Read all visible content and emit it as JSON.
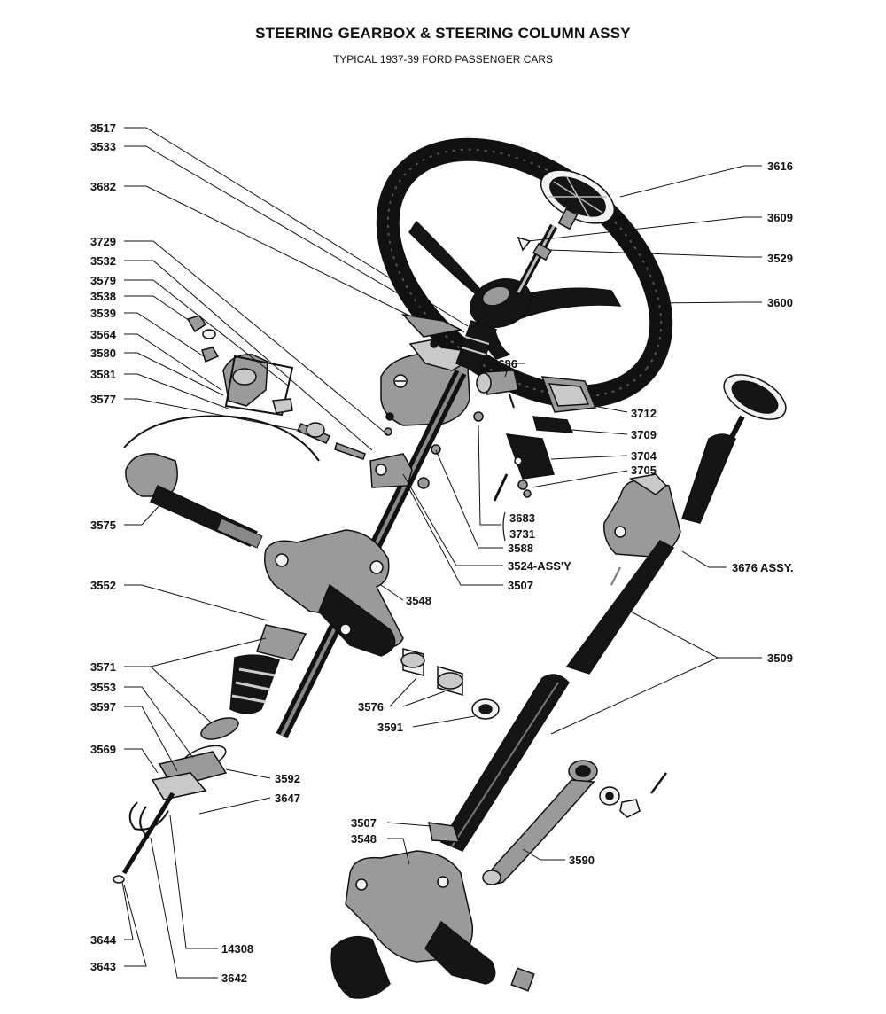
{
  "header": {
    "title": "STEERING GEARBOX & STEERING COLUMN ASSY",
    "subtitle": "TYPICAL 1937-39 FORD PASSENGER CARS"
  },
  "labels": [
    {
      "id": "l3517",
      "text": "3517"
    },
    {
      "id": "l3533",
      "text": "3533"
    },
    {
      "id": "l3682",
      "text": "3682"
    },
    {
      "id": "l3729",
      "text": "3729"
    },
    {
      "id": "l3532",
      "text": "3532"
    },
    {
      "id": "l3579",
      "text": "3579"
    },
    {
      "id": "l3538",
      "text": "3538"
    },
    {
      "id": "l3539",
      "text": "3539"
    },
    {
      "id": "l3564",
      "text": "3564"
    },
    {
      "id": "l3580",
      "text": "3580"
    },
    {
      "id": "l3581",
      "text": "3581"
    },
    {
      "id": "l3577",
      "text": "3577"
    },
    {
      "id": "l3575",
      "text": "3575"
    },
    {
      "id": "l3552",
      "text": "3552"
    },
    {
      "id": "l3571",
      "text": "3571"
    },
    {
      "id": "l3553",
      "text": "3553"
    },
    {
      "id": "l3597",
      "text": "3597"
    },
    {
      "id": "l3569",
      "text": "3569"
    },
    {
      "id": "l3644",
      "text": "3644"
    },
    {
      "id": "l3643",
      "text": "3643"
    },
    {
      "id": "l3642",
      "text": "3642"
    },
    {
      "id": "l14308",
      "text": "14308"
    },
    {
      "id": "l3647",
      "text": "3647"
    },
    {
      "id": "l3592",
      "text": "3592"
    },
    {
      "id": "l3591",
      "text": "3591"
    },
    {
      "id": "l3576",
      "text": "3576"
    },
    {
      "id": "l3548a",
      "text": "3548"
    },
    {
      "id": "l3507a",
      "text": "3507"
    },
    {
      "id": "l3524",
      "text": "3524-ASS'Y"
    },
    {
      "id": "l3588",
      "text": "3588"
    },
    {
      "id": "l3683",
      "text": "3683"
    },
    {
      "id": "l3731",
      "text": "3731"
    },
    {
      "id": "l3686",
      "text": "3686"
    },
    {
      "id": "l3616",
      "text": "3616"
    },
    {
      "id": "l3609",
      "text": "3609"
    },
    {
      "id": "l3529",
      "text": "3529"
    },
    {
      "id": "l3600",
      "text": "3600"
    },
    {
      "id": "l3712",
      "text": "3712"
    },
    {
      "id": "l3709",
      "text": "3709"
    },
    {
      "id": "l3704",
      "text": "3704"
    },
    {
      "id": "l3705",
      "text": "3705"
    },
    {
      "id": "l3676",
      "text": "3676 ASSY."
    },
    {
      "id": "l3509",
      "text": "3509"
    },
    {
      "id": "l3590",
      "text": "3590"
    },
    {
      "id": "l3507b",
      "text": "3507"
    },
    {
      "id": "l3548b",
      "text": "3548"
    }
  ]
}
